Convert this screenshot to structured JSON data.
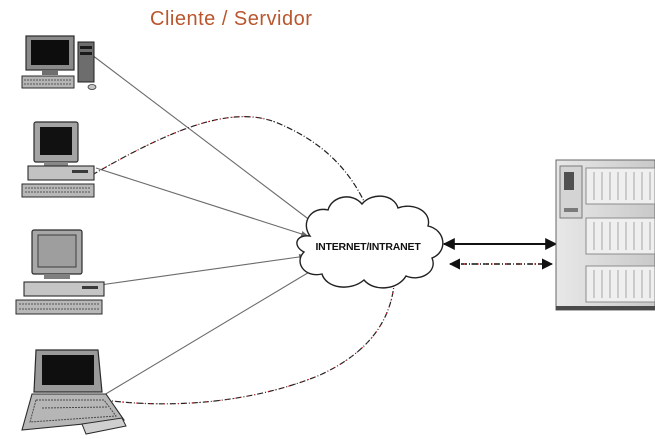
{
  "title": "Cliente / Servidor",
  "network_label": "INTERNET/INTRANET",
  "colors": {
    "title": "#b9562e",
    "solid_link": "#6b6b6b",
    "dashed_link": "#222222",
    "dashed_accent": "#e01818"
  },
  "nodes": [
    {
      "name": "client-desktop-tower",
      "icon": "desktop-tower-computer-icon"
    },
    {
      "name": "client-desktop-crt",
      "icon": "desktop-computer-icon"
    },
    {
      "name": "client-desktop-monitor",
      "icon": "desktop-computer-icon"
    },
    {
      "name": "client-laptop",
      "icon": "laptop-icon"
    },
    {
      "name": "network-cloud",
      "icon": "cloud-icon"
    },
    {
      "name": "server",
      "icon": "server-rack-icon"
    }
  ]
}
